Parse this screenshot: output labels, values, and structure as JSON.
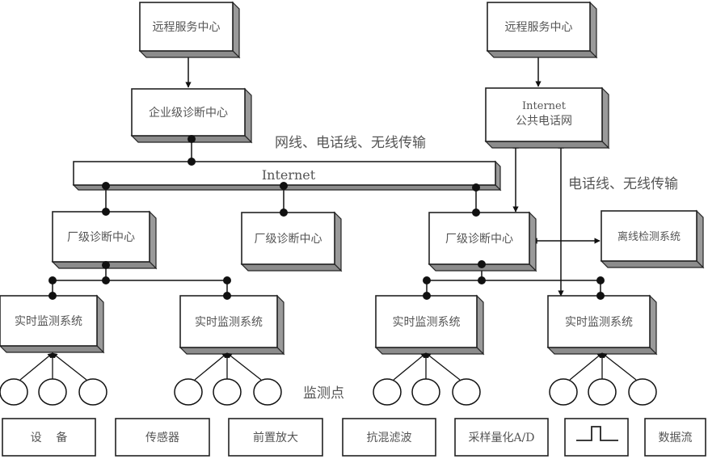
{
  "nodes": {
    "remote_left": "远程服务中心",
    "remote_right": "远程服务中心",
    "enterprise": "企业级诊断中心",
    "pstn_line1": "Internet",
    "pstn_line2": "公共电话网",
    "internet_bus": "Internet",
    "factory_1": "厂级诊断中心",
    "factory_2": "厂级诊断中心",
    "factory_3": "厂级诊断中心",
    "offline": "离线检测系统",
    "rt_1": "实时监测系统",
    "rt_2": "实时监测系统",
    "rt_3": "实时监测系统",
    "rt_4": "实时监测系统"
  },
  "annotations": {
    "transmission_main": "网线、电话线、无线传输",
    "transmission_right": "电话线、无线传输",
    "monitor_points": "监测点"
  },
  "legend": [
    {
      "label": "设    备"
    },
    {
      "label": "传感器"
    },
    {
      "label": "前置放大"
    },
    {
      "label": "抗混滤波"
    },
    {
      "label": "采样量化A/D"
    },
    {
      "label": "",
      "icon": "pulse-icon"
    },
    {
      "label": "数据流"
    }
  ]
}
